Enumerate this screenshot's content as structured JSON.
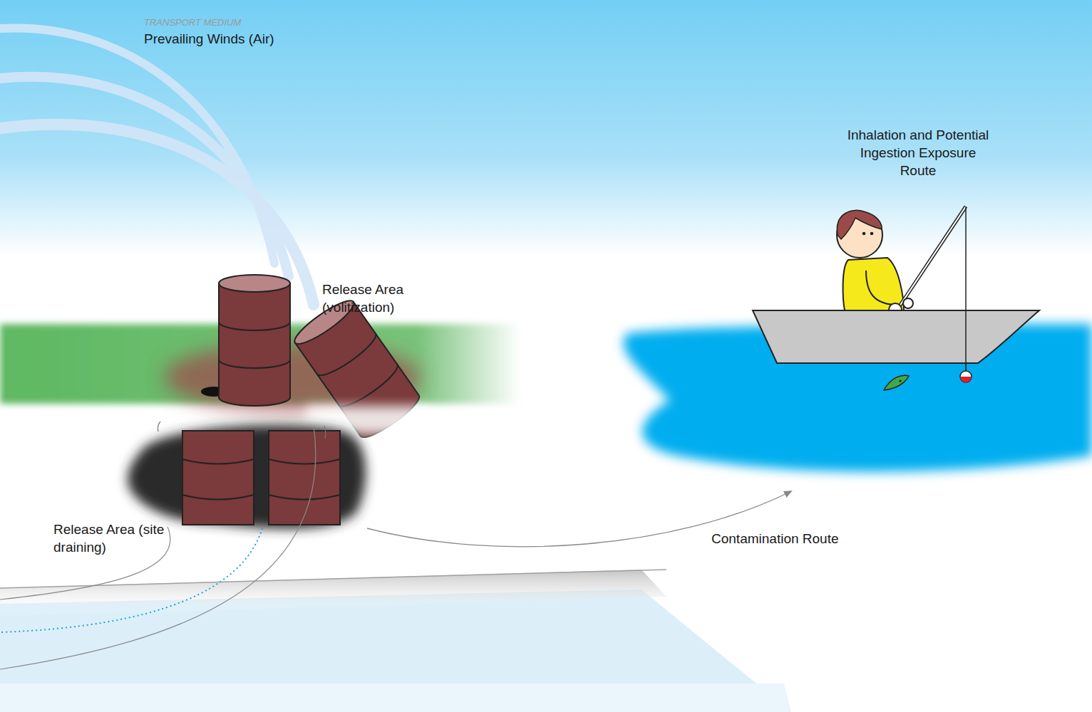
{
  "diagram": {
    "labels": [
      "TRANSPORT MEDIUM",
      "Prevailing Winds (Air)",
      "Release Area (volitization)",
      "Release Area (site draining)",
      "Contamination Route",
      "Inhalation and Potential Ingestion Exposure Route"
    ]
  }
}
